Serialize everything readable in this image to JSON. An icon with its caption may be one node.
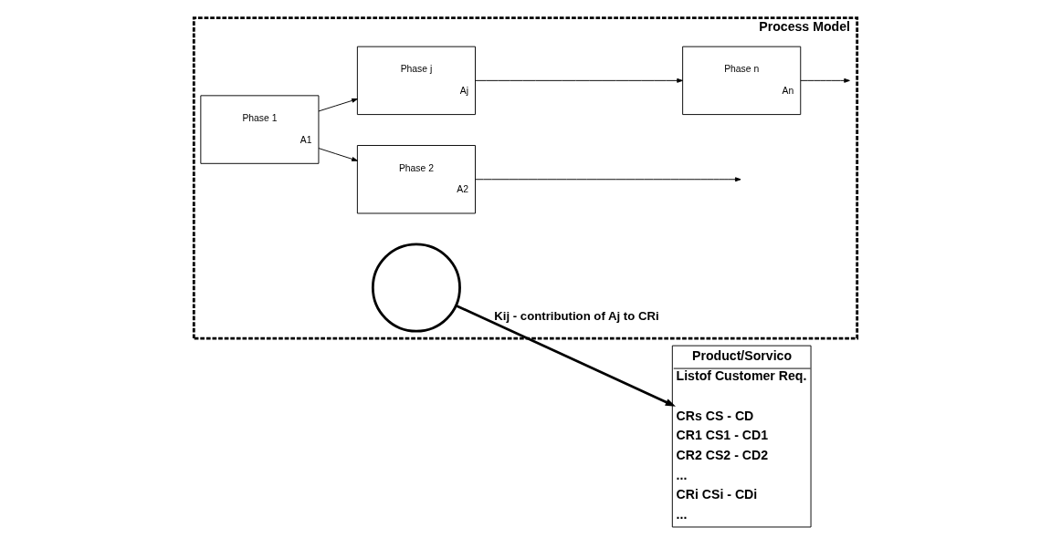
{
  "diagram": {
    "nodes": [
      {
        "text": [
          "Process Model"
        ]
      },
      {
        "text": [
          "Phase 1",
          "A1"
        ],
        "in": 0
      },
      {
        "text": [
          "Phase 2",
          "A2"
        ],
        "in": 0
      },
      {
        "text": [],
        "shape": "circle",
        "in": 0
      },
      {
        "text": [
          "Phase j",
          "Aj"
        ],
        "in": 0
      },
      {
        "text": [
          "Phase n",
          "An"
        ],
        "in": 0
      },
      {
        "text": [
          "Product/Sorvico",
          "Listof Customer Req.",
          "CRs CS - CD",
          "CR1 CS1 - CD1",
          "CR2 CS2 - CD2",
          "...",
          "CRi CSi - CDi",
          "..."
        ]
      }
    ],
    "edges": [
      {
        "from": 1,
        "to": 2,
        "arrow": "to"
      },
      {
        "from": 1,
        "to": 4,
        "arrow": "to"
      },
      {
        "from": 2,
        "to": null,
        "arrow": "to"
      },
      {
        "from": 4,
        "to": 5,
        "arrow": "to"
      },
      {
        "from": 5,
        "to": null,
        "arrow": "to"
      },
      {
        "from": 3,
        "to": 6,
        "arrow": "to",
        "label": "Kij - contribution of Aj to CRi",
        "style": "thick"
      }
    ]
  }
}
